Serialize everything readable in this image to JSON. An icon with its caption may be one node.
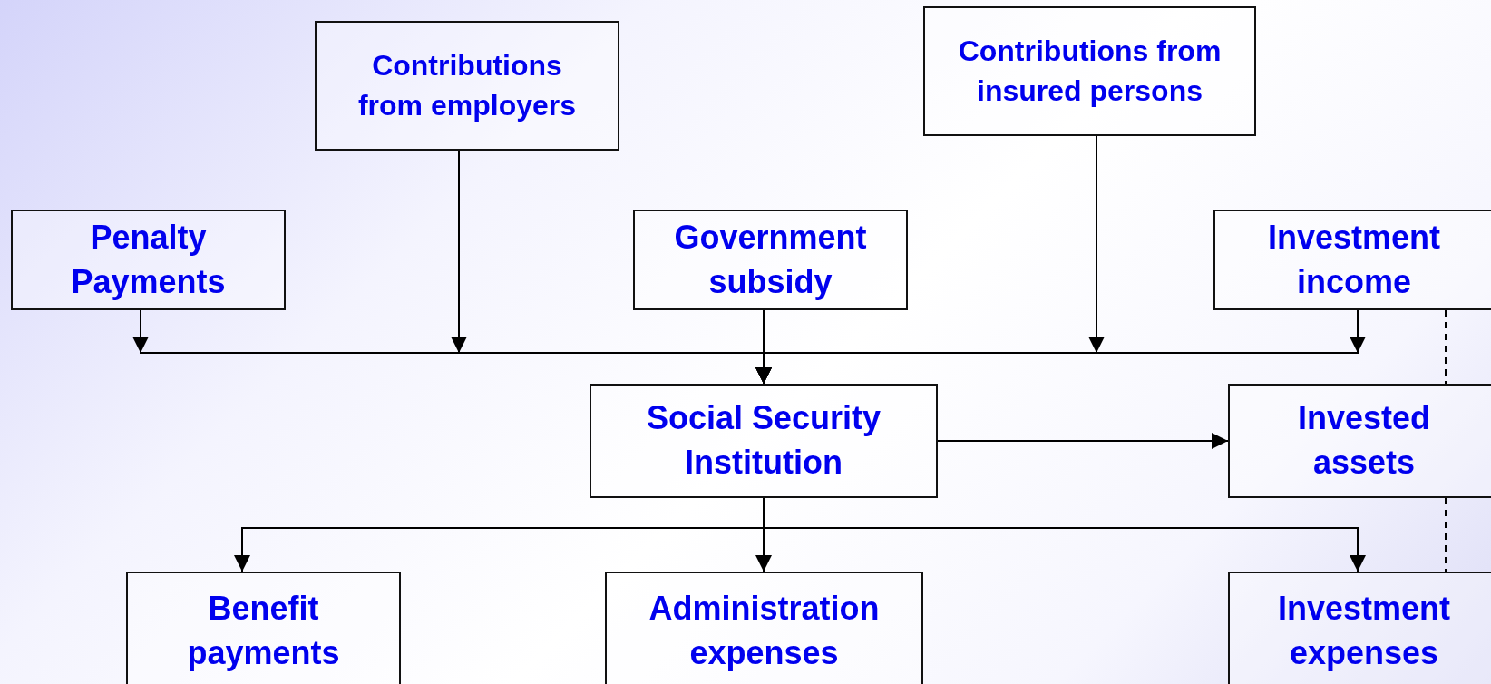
{
  "diagram": {
    "nodes": [
      {
        "text": [
          "Contributions from employers"
        ]
      },
      {
        "text": [
          "Contributions from insured persons"
        ]
      },
      {
        "text": [
          "Penalty Payments"
        ]
      },
      {
        "text": [
          "Government subsidy"
        ]
      },
      {
        "text": [
          "Investment income"
        ]
      },
      {
        "text": [
          "Social Security Institution"
        ]
      },
      {
        "text": [
          "Invested assets"
        ]
      },
      {
        "text": [
          "Benefit payments"
        ]
      },
      {
        "text": [
          "Administration expenses"
        ]
      },
      {
        "text": [
          "Investment expenses"
        ]
      }
    ],
    "edges": [
      {
        "from": 2,
        "to": 5,
        "arrow": "to"
      },
      {
        "from": 0,
        "to": 5,
        "arrow": "to"
      },
      {
        "from": 3,
        "to": 5,
        "arrow": "to"
      },
      {
        "from": 1,
        "to": 5,
        "arrow": "to"
      },
      {
        "from": 4,
        "to": 5,
        "arrow": "to"
      },
      {
        "from": 5,
        "to": 6,
        "arrow": "to"
      },
      {
        "from": 5,
        "to": 7,
        "arrow": "to"
      },
      {
        "from": 5,
        "to": 8,
        "arrow": "to"
      },
      {
        "from": 5,
        "to": 9,
        "arrow": "to"
      },
      {
        "from": 4,
        "to": 6,
        "arrow": "none",
        "style": "dashed"
      },
      {
        "from": 6,
        "to": 9,
        "arrow": "none",
        "style": "dashed"
      }
    ]
  }
}
